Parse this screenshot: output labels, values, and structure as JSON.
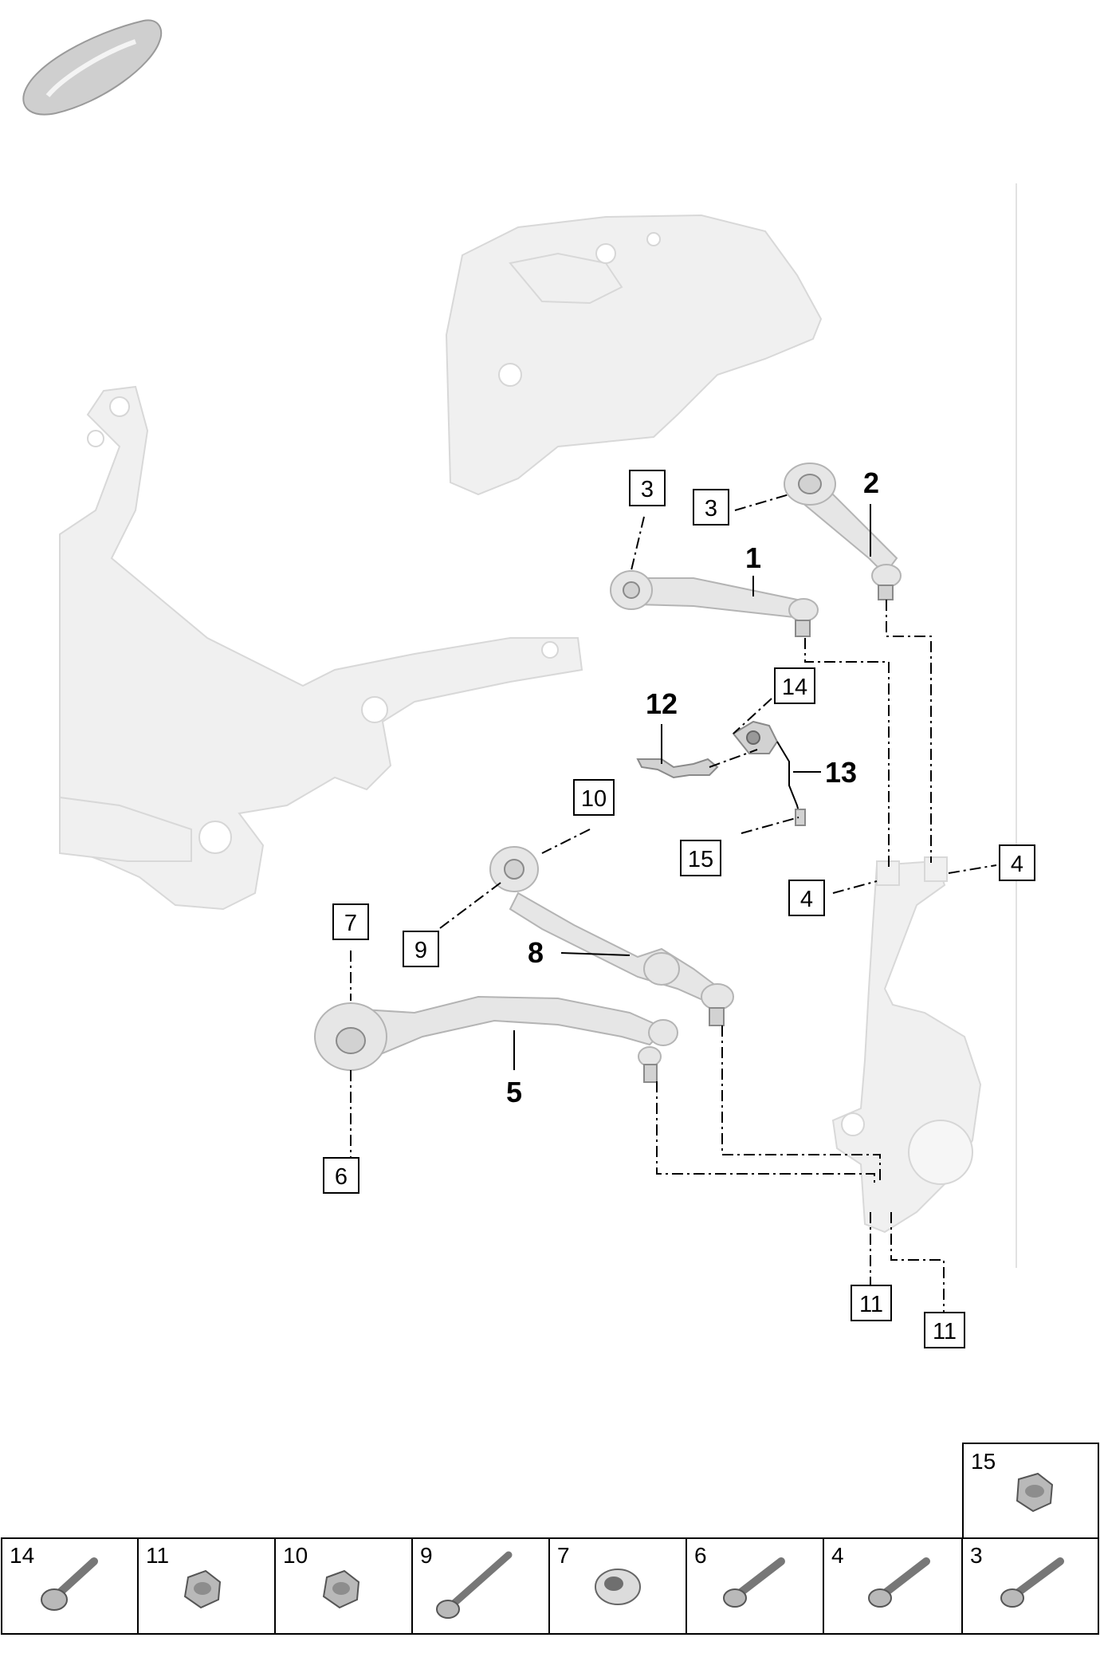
{
  "diagram": {
    "callouts": {
      "c1": "1",
      "c2": "2",
      "c3a": "3",
      "c3b": "3",
      "c4a": "4",
      "c4b": "4",
      "c5": "5",
      "c6": "6",
      "c7": "7",
      "c8": "8",
      "c9": "9",
      "c10": "10",
      "c11a": "11",
      "c11b": "11",
      "c12": "12",
      "c13": "13",
      "c14": "14",
      "c15": "15"
    }
  },
  "parts_table": {
    "row_top": [
      {
        "number": "15",
        "icon": "flange-nut-icon"
      }
    ],
    "row_bottom": [
      {
        "number": "14",
        "icon": "short-bolt-icon"
      },
      {
        "number": "11",
        "icon": "flange-nut-icon"
      },
      {
        "number": "10",
        "icon": "flange-nut-icon"
      },
      {
        "number": "9",
        "icon": "long-bolt-icon"
      },
      {
        "number": "7",
        "icon": "eccentric-washer-icon"
      },
      {
        "number": "6",
        "icon": "bolt-icon"
      },
      {
        "number": "4",
        "icon": "bolt-icon"
      },
      {
        "number": "3",
        "icon": "bolt-icon"
      }
    ]
  }
}
